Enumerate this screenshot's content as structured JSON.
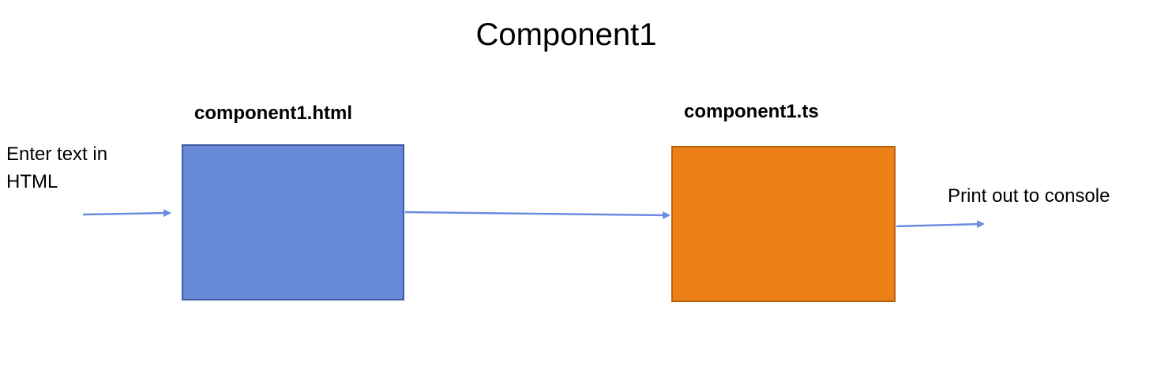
{
  "title": "Component1",
  "boxes": {
    "html": {
      "label": "component1.html",
      "color": "#6888d8"
    },
    "ts": {
      "label": "component1.ts",
      "color": "#ed8118"
    }
  },
  "input": {
    "text": "Enter text in HTML"
  },
  "output": {
    "text": "Print out to console"
  },
  "arrow_color": "#6b8de0"
}
